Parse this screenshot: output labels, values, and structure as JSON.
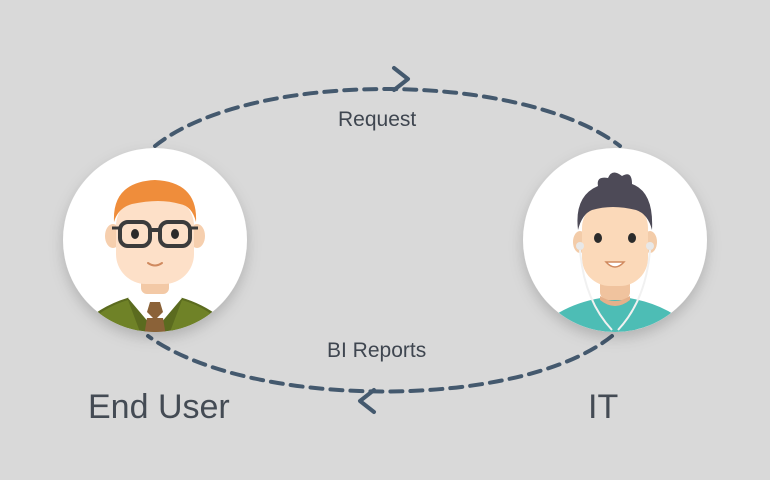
{
  "nodes": {
    "end_user": {
      "label": "End User"
    },
    "it": {
      "label": "IT"
    }
  },
  "edges": {
    "request": {
      "label": "Request"
    },
    "bi_reports": {
      "label": "BI Reports"
    }
  },
  "colors": {
    "background": "#d9d9d9",
    "arrow": "#44596e",
    "avatar_circle": "#ffffff",
    "text": "#444b54"
  },
  "icons": [
    "end-user-avatar",
    "it-avatar",
    "arrow-head-right",
    "arrow-head-left"
  ]
}
